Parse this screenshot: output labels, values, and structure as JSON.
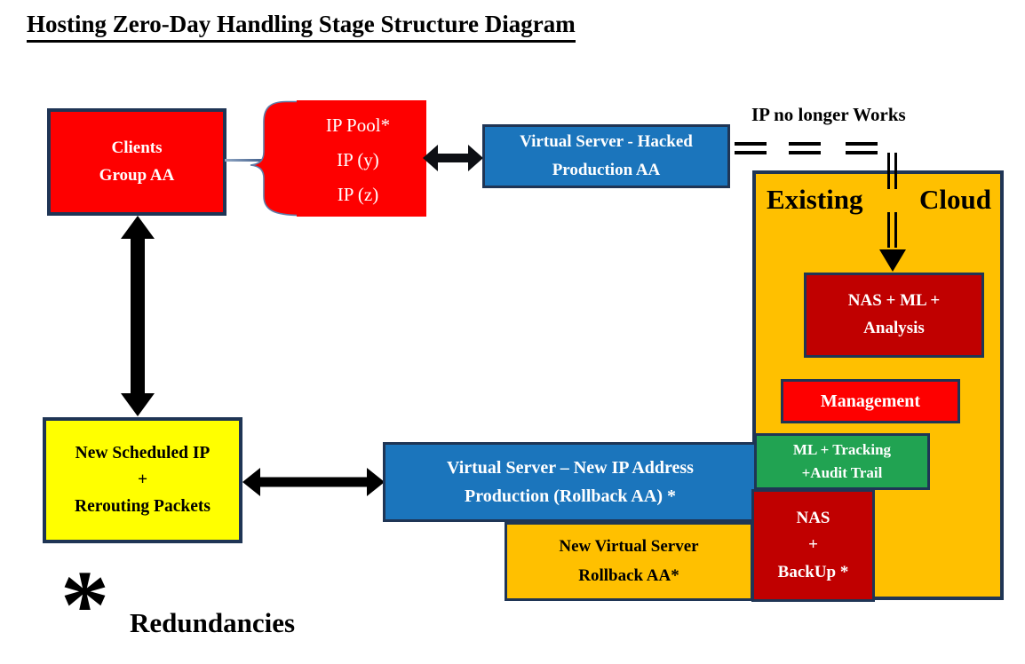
{
  "title": "Hosting Zero-Day Handling Stage Structure Diagram",
  "annotations": {
    "ip_no_longer_works": "IP no longer Works"
  },
  "nodes": {
    "clients": {
      "lines": [
        "Clients",
        "Group AA"
      ]
    },
    "ip_pool": {
      "lines": [
        "IP Pool*",
        "IP (y)",
        "IP (z)"
      ]
    },
    "vs_hacked": {
      "lines": [
        "Virtual Server - Hacked",
        "Production AA"
      ]
    },
    "existing_cloud": {
      "title_left": "Existing",
      "title_right": "Cloud"
    },
    "nas_ml": {
      "lines": [
        "NAS + ML +",
        "Analysis"
      ]
    },
    "management": {
      "lines": [
        "Management"
      ]
    },
    "ml_tracking": {
      "lines": [
        "ML + Tracking",
        "+Audit Trail"
      ]
    },
    "nas_backup": {
      "lines": [
        "NAS",
        "+",
        "BackUp *"
      ]
    },
    "new_scheduled_ip": {
      "lines": [
        "New Scheduled IP",
        "+",
        "Rerouting Packets"
      ]
    },
    "vs_new": {
      "lines": [
        "Virtual Server – New IP Address",
        "Production (Rollback AA) *"
      ]
    },
    "new_vs_rollback": {
      "lines": [
        "New Virtual Server",
        "Rollback AA*"
      ]
    }
  },
  "legend": {
    "symbol": "*",
    "label": "Redundancies"
  },
  "colors": {
    "red": "#FE0000",
    "dark_red": "#C00000",
    "blue": "#1B75BC",
    "gold": "#FFC000",
    "yellow": "#FFFF00",
    "green": "#21A352",
    "border_navy": "#1F3555",
    "arrow_black": "#000000"
  }
}
